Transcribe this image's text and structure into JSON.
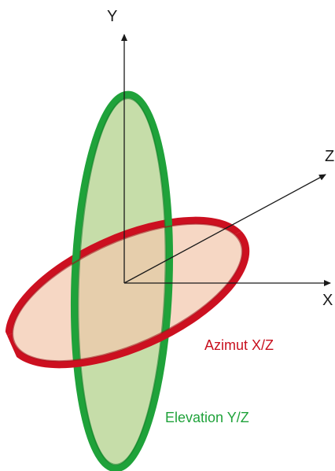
{
  "axes": {
    "x_label": "X",
    "y_label": "Y",
    "z_label": "Z",
    "color": "#1a1a1a"
  },
  "planes": {
    "azimuth": {
      "label": "Azimut X/Z",
      "ring_color": "#cc1020",
      "fill_color": "#f3c8ad"
    },
    "elevation": {
      "label": "Elevation Y/Z",
      "ring_color": "#1fa23a",
      "fill_color": "#b8d493"
    }
  }
}
